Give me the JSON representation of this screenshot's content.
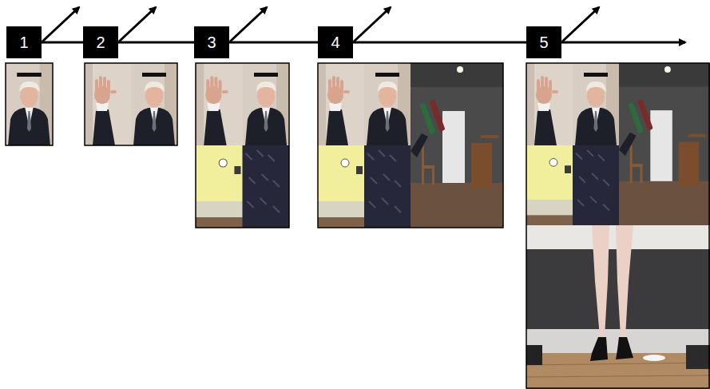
{
  "diagram": {
    "nodes": [
      {
        "text": [
          "1"
        ]
      },
      {
        "text": [
          "2"
        ]
      },
      {
        "text": [
          "3"
        ]
      },
      {
        "text": [
          "4"
        ]
      },
      {
        "text": [
          "5"
        ]
      }
    ],
    "edges": [
      {
        "from": 0,
        "to": 1,
        "arrow": "none"
      },
      {
        "from": 1,
        "to": 2,
        "arrow": "none"
      },
      {
        "from": 2,
        "to": 3,
        "arrow": "none"
      },
      {
        "from": 3,
        "to": 4,
        "arrow": "none"
      }
    ]
  }
}
